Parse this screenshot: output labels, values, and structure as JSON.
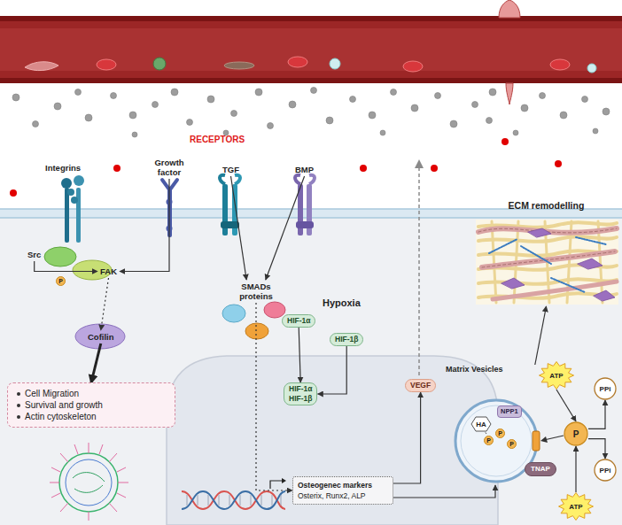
{
  "diagram": {
    "nodes": [
      {
        "text": [
          "Integrins"
        ]
      },
      {
        "text": [
          "Growth factor"
        ]
      },
      {
        "text": [
          "TGF"
        ]
      },
      {
        "text": [
          "BMP"
        ]
      },
      {
        "text": [
          "Src"
        ]
      },
      {
        "text": [
          "FAK"
        ]
      },
      {
        "text": [
          "Cofilin"
        ]
      },
      {
        "text": [
          "Cell Migration",
          "Survival and growth",
          "Actin cytoskeleton"
        ]
      },
      {
        "text": [
          "SMADs proteins"
        ]
      },
      {
        "text": [
          "HIF-1α"
        ]
      },
      {
        "text": [
          "HIF-1β"
        ]
      },
      {
        "text": [
          "HIF-1α",
          "HIF-1β"
        ]
      },
      {
        "text": [
          "VEGF"
        ]
      },
      {
        "text": [
          "Osteogenec markers",
          "Osterix, Runx2, ALP"
        ]
      },
      {
        "text": [
          "ECM remodelling"
        ]
      },
      {
        "text": [
          "Matrix Vesicles"
        ]
      },
      {
        "text": [
          "HA"
        ],
        "in": 15
      },
      {
        "text": [
          "NPP1"
        ],
        "in": 15
      },
      {
        "text": [
          "TNAP"
        ]
      },
      {
        "text": [
          "ATP"
        ]
      },
      {
        "text": [
          "PPi"
        ]
      },
      {
        "text": [
          "P"
        ]
      },
      {
        "text": [
          "PPi"
        ]
      },
      {
        "text": [
          "ATP"
        ]
      }
    ],
    "edges": [
      {
        "from": 4,
        "to": 5,
        "arrow": "to"
      },
      {
        "from": 1,
        "to": 5,
        "arrow": "to"
      },
      {
        "from": 5,
        "to": 6,
        "arrow": "to"
      },
      {
        "from": 6,
        "to": 7,
        "arrow": "to"
      },
      {
        "from": 2,
        "to": 8,
        "arrow": "to"
      },
      {
        "from": 3,
        "to": 8,
        "arrow": "to"
      },
      {
        "from": 8,
        "to": 13,
        "arrow": "to"
      },
      {
        "from": 9,
        "to": 11,
        "arrow": "to"
      },
      {
        "from": 10,
        "to": 11,
        "arrow": "to"
      },
      {
        "from": 13,
        "to": 12,
        "arrow": "to"
      },
      {
        "from": 13,
        "to": 15,
        "arrow": "to"
      },
      {
        "from": 15,
        "to": 14,
        "arrow": "to"
      },
      {
        "from": 19,
        "to": 21,
        "arrow": "to"
      },
      {
        "from": 21,
        "to": 20,
        "arrow": "to"
      },
      {
        "from": 23,
        "to": 21,
        "arrow": "to"
      },
      {
        "from": 21,
        "to": 22,
        "arrow": "to"
      }
    ],
    "labels": [
      "RECEPTORS",
      "P",
      "Hypoxia",
      "P",
      "P",
      "P"
    ]
  }
}
